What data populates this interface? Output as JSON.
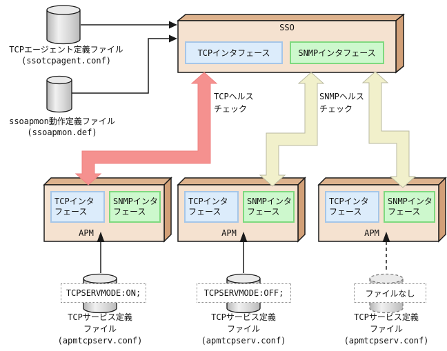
{
  "sso": {
    "title": "SSO",
    "tcp_interface": "TCPインタフェース",
    "snmp_interface": "SNMPインタフェース"
  },
  "source_files": [
    {
      "label": "TCPエージェント定義ファイル\n(ssotcpagent.conf)"
    },
    {
      "label": "ssoapmon動作定義ファイル\n(ssoapmon.def)"
    }
  ],
  "health_checks": {
    "tcp": "TCPヘルス\nチェック",
    "snmp": "SNMPヘルス\nチェック"
  },
  "apm_nodes": [
    {
      "title": "APM",
      "tcp_interface": "TCPインタ\nフェース",
      "snmp_interface": "SNMPインタ\nフェース",
      "file_note": "TCPSERVMODE:ON;",
      "file_label": "TCPサービス定義\nファイル\n(apmtcpserv.conf)"
    },
    {
      "title": "APM",
      "tcp_interface": "TCPインタ\nフェース",
      "snmp_interface": "SNMPインタ\nフェース",
      "file_note": "TCPSERVMODE:OFF;",
      "file_label": "TCPサービス定義\nファイル\n(apmtcpserv.conf)"
    },
    {
      "title": "APM",
      "tcp_interface": "TCPインタ\nフェース",
      "snmp_interface": "SNMPインタ\nフェース",
      "file_note": "ファイルなし",
      "file_label": "TCPサービス定義\nファイル\n(apmtcpserv.conf)"
    }
  ],
  "colors": {
    "box_front": "#f5e2d0",
    "box_top": "#ddb28d",
    "box_side": "#d2a078",
    "tcp_interface_fill": "#dcecfb",
    "tcp_interface_border": "#a5c6e8",
    "snmp_interface_fill": "#cdf8cd",
    "snmp_interface_border": "#7fd97f",
    "tcp_health_arrow": "#f5918f",
    "snmp_health_arrow": "#f1f0cb"
  }
}
